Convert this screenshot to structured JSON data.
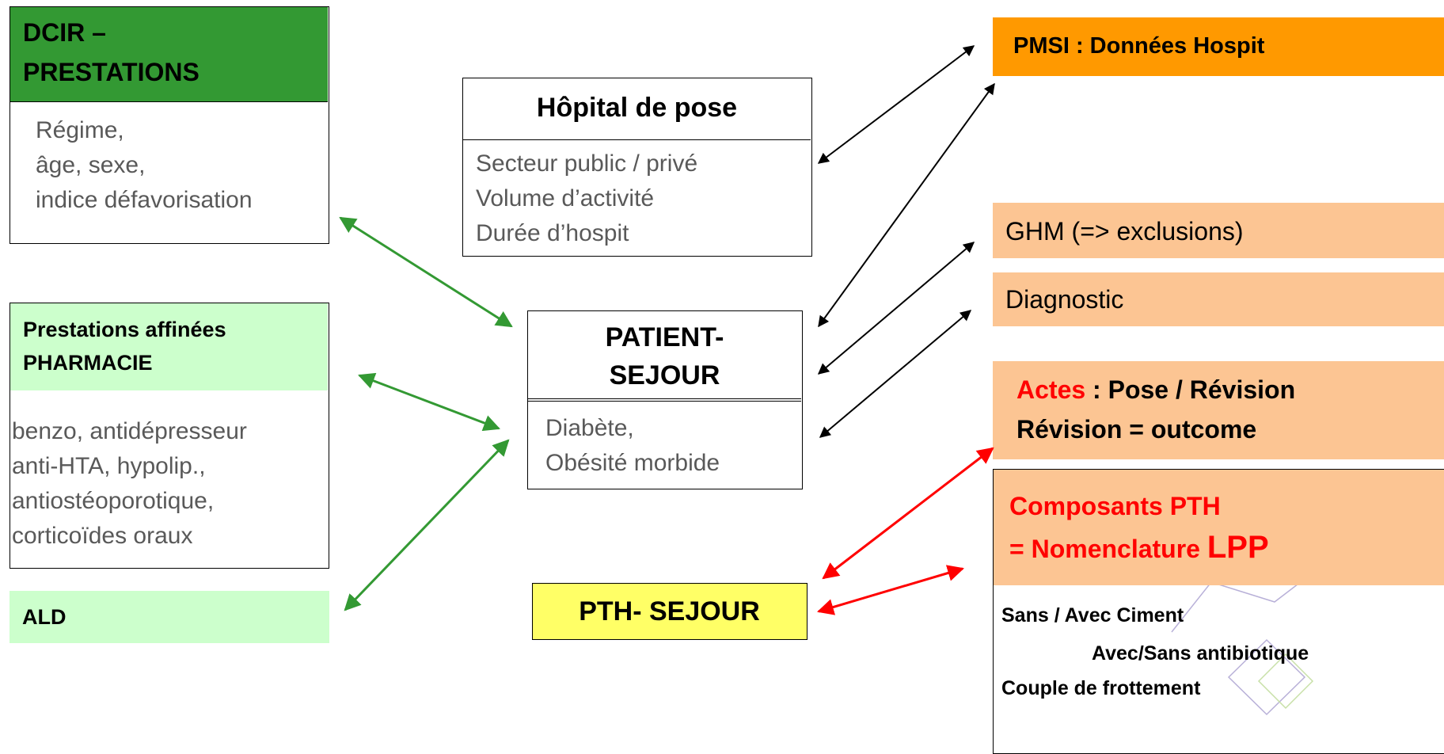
{
  "dcir": {
    "title_line1": "DCIR –",
    "title_line2": "PRESTATIONS",
    "items": [
      "Régime,",
      "âge, sexe,",
      "indice défavorisation"
    ]
  },
  "pharmacie": {
    "title_line1": "Prestations affinées",
    "title_line2": "PHARMACIE",
    "items": [
      "benzo, antidépresseur",
      "anti-HTA, hypolip.,",
      "antiostéoporotique,",
      "corticoïdes oraux"
    ]
  },
  "ald": {
    "label": "ALD"
  },
  "hopital": {
    "title": "Hôpital de pose",
    "items": [
      "Secteur public / privé",
      "Volume d’activité",
      "Durée d’hospit"
    ]
  },
  "patient": {
    "title_line1": "PATIENT-",
    "title_line2": "SEJOUR",
    "items": [
      "Diabète,",
      "Obésité morbide"
    ]
  },
  "pth_sejour": {
    "label": "PTH- SEJOUR"
  },
  "pmsi": {
    "label": "PMSI : Données Hospit"
  },
  "ghm": {
    "label": "GHM (=> exclusions)"
  },
  "diagnostic": {
    "label": "Diagnostic"
  },
  "actes": {
    "red_word": "Actes",
    "rest_line1": " : Pose / Révision",
    "line2": "Révision = outcome"
  },
  "composants": {
    "line1": "Composants PTH",
    "line2_prefix": "= Nomenclature ",
    "line2_big": "LPP",
    "details": [
      "Sans / Avec Ciment",
      "Avec/Sans antibiotique",
      "Couple de frottement"
    ]
  },
  "colors": {
    "dark_green": "#339933",
    "light_green": "#ccffcc",
    "orange": "#ff9900",
    "peach": "#fcc593",
    "yellow": "#ffff66",
    "red": "#ff0000",
    "arrow_green": "#339933",
    "arrow_black": "#000000"
  }
}
